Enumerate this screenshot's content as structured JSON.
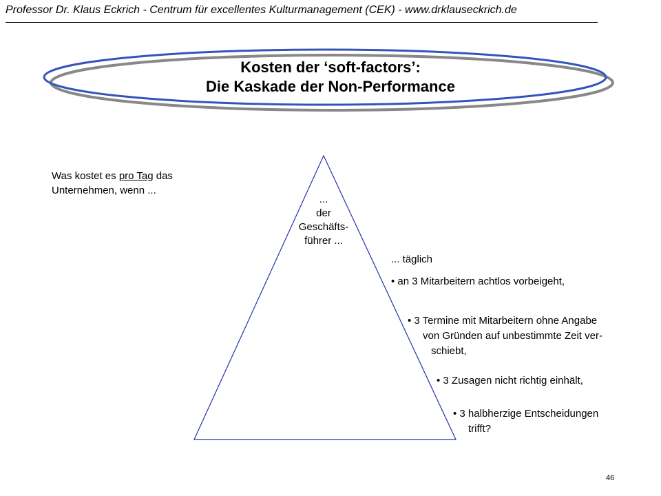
{
  "header": {
    "text": "Professor Dr. Klaus Eckrich - Centrum für excellentes Kulturmanagement (CEK) - www.drklauseckrich.de"
  },
  "title": {
    "line1": "Kosten der ‘soft-factors’:",
    "line2": "Die Kaskade der Non-Performance"
  },
  "question": {
    "part1": "Was kostet  es ",
    "underlined": "pro Tag",
    "part2": " das",
    "line2": "Unternehmen, wenn ..."
  },
  "apex": {
    "line1": "...",
    "line2": "der",
    "line3": "Geschäfts-",
    "line4": "führer ..."
  },
  "items": {
    "daily": "... täglich",
    "item1": "• an 3 Mitarbeitern achtlos vorbeigeht,",
    "item2_line1": "• 3 Termine mit Mitarbeitern ohne Angabe",
    "item2_line2": "von Gründen auf unbestimmte Zeit ver-",
    "item2_line3": "schiebt,",
    "item3": "• 3 Zusagen nicht richtig einhält,",
    "item4_line1": "• 3 halbherzige Entscheidungen",
    "item4_line2": "trifft?"
  },
  "page_number": "46",
  "colors": {
    "triangle": "#2233aa",
    "ellipse_front": "#3355bb",
    "ellipse_back": "#888888"
  }
}
